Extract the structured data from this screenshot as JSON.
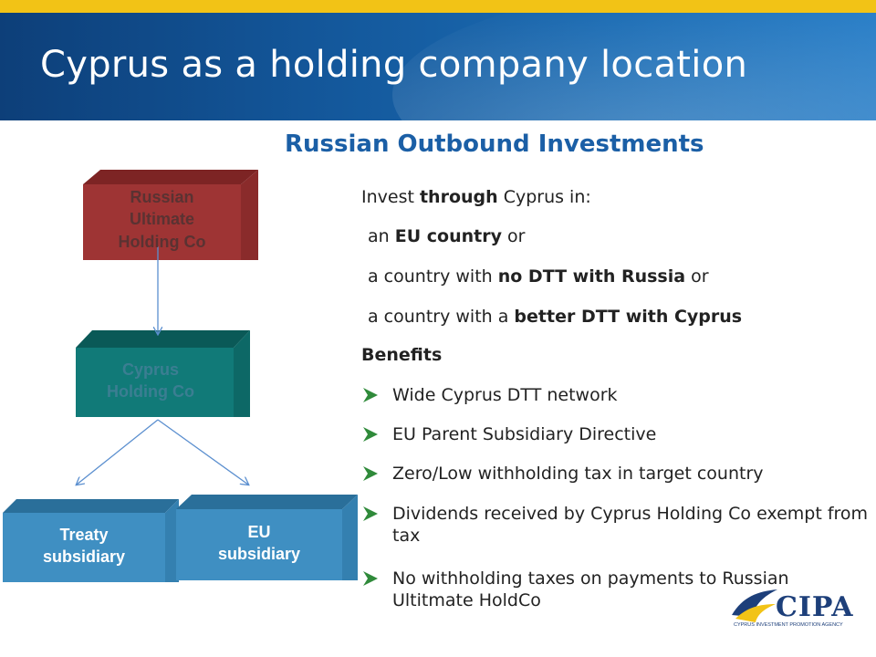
{
  "header": {
    "title": "Cyprus as a holding company location"
  },
  "subtitle": "Russian Outbound Investments",
  "diagram": {
    "nodes": [
      {
        "id": "russian",
        "lines": [
          "Russian",
          "Ultimate",
          "Holding Co"
        ],
        "face": "#9e3434",
        "top": "#7d2424",
        "side": "#8a2b2b",
        "text": "#5a3232"
      },
      {
        "id": "cyprus",
        "lines": [
          "Cyprus",
          "Holding Co"
        ],
        "face": "#117a78",
        "top": "#0a5957",
        "side": "#0d6866",
        "text": "#3b7e92"
      },
      {
        "id": "treaty",
        "lines": [
          "Treaty",
          "subsidiary"
        ],
        "face": "#3f8fc2",
        "top": "#2a6f9a",
        "side": "#3480b0",
        "text": "#ffffff"
      },
      {
        "id": "eu",
        "lines": [
          "EU",
          "subsidiary"
        ],
        "face": "#3f8fc2",
        "top": "#2a6f9a",
        "side": "#3480b0",
        "text": "#ffffff"
      }
    ]
  },
  "content": {
    "intro": {
      "pre": "Invest ",
      "bold": "through",
      "post": " Cyprus in:"
    },
    "options": [
      {
        "pre": "an ",
        "bold": "EU country",
        "post": " or"
      },
      {
        "pre": "a country with ",
        "bold": "no DTT with Russia",
        "post": " or"
      },
      {
        "pre": "a country with a ",
        "bold": "better DTT with Cyprus",
        "post": ""
      }
    ],
    "benefits_heading": "Benefits",
    "benefits": [
      "Wide Cyprus DTT network",
      "EU Parent Subsidiary Directive",
      "Zero/Low withholding tax in target country",
      "Dividends received by Cyprus Holding Co exempt from tax",
      "No withholding taxes on payments to Russian Ultitmate HoldCo"
    ]
  },
  "logo": {
    "wordmark": "CIPA",
    "tagline": "CYPRUS INVESTMENT PROMOTION AGENCY"
  },
  "colors": {
    "accent": "#f2c316",
    "brand": "#1b5fa6",
    "arrow": "#5b8fcf"
  }
}
